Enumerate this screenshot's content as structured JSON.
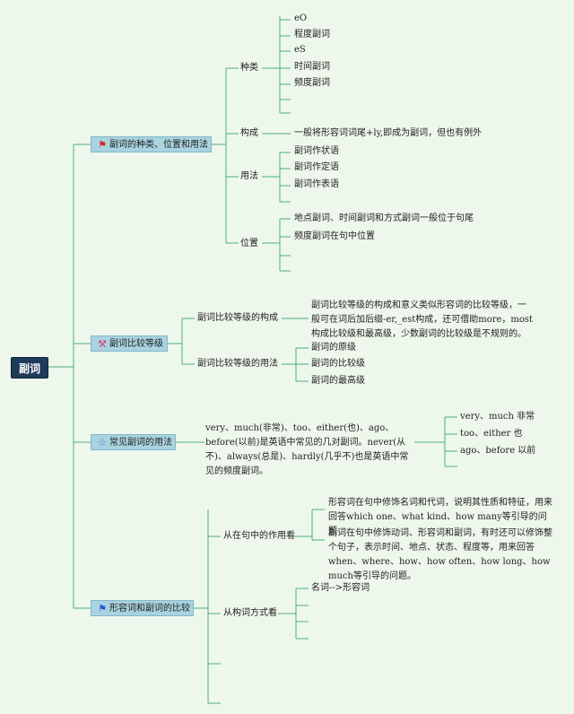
{
  "root": "副词",
  "branches": {
    "b1": {
      "label": "副词的种类、位置和用法",
      "icon": "red-flag-icon"
    },
    "b2": {
      "label": "副词比较等级",
      "icon": "tools-icon"
    },
    "b3": {
      "label": "常见副词的用法",
      "icon": "star-icon"
    },
    "b4": {
      "label": "形容词和副词的比较",
      "icon": "blue-flag-icon"
    }
  },
  "b1": {
    "zhonglei": {
      "label": "种类",
      "items": [
        "eO",
        "程度副词",
        "eS",
        "时间副词",
        "频度副词"
      ]
    },
    "goucheng": {
      "label": "构成",
      "text": "一般将形容词词尾+ly,即成为副词，但也有例外"
    },
    "yongfa": {
      "label": "用法",
      "items": [
        "副词作状语",
        "副词作定语",
        "副词作表语"
      ]
    },
    "weizhi": {
      "label": "位置",
      "items": [
        "地点副词、时间副词和方式副词一般位于句尾",
        "频度副词在句中位置"
      ]
    }
  },
  "b2": {
    "goucheng": {
      "label": "副词比较等级的构成",
      "text": "副词比较等级的构成和意义类似形容词的比较等级，一般可在词后加后缀-er,_est构成，还可借助more，most构成比较级和最高级，少数副词的比较级是不规则的。"
    },
    "yongfa": {
      "label": "副词比较等级的用法",
      "items": [
        "副词的原级",
        "副词的比较级",
        "副词的最高级"
      ]
    }
  },
  "b3": {
    "text": "very、much(非常)、too、either(也)、ago、before(以前)是英语中常见的几对副词。never(从不)、always(总是)、hardly(几乎不)也是英语中常见的频度副词。",
    "items": [
      "very、much 非常",
      "too、either 也",
      "ago、before 以前"
    ]
  },
  "b4": {
    "zuoyong": {
      "label": "从在句中的作用看",
      "items": [
        "形容词在句中修饰名词和代词，说明其性质和特征，用来回答which one、what kind、how many等引导的问题",
        "副词在句中修饰动词、形容词和副词，有时还可以修饰整个句子，表示时间、地点、状态、程度等，用来回答when、where、how、how often、how long、how much等引导的问题。"
      ]
    },
    "fangshi": {
      "label": "从构词方式看",
      "items": [
        "名词-->形容词"
      ]
    }
  },
  "colors": {
    "background": "#eef7ec",
    "line": "#4caf7a",
    "branch_fill": "#a9d3df",
    "root_fill": "#1f3b5a"
  }
}
